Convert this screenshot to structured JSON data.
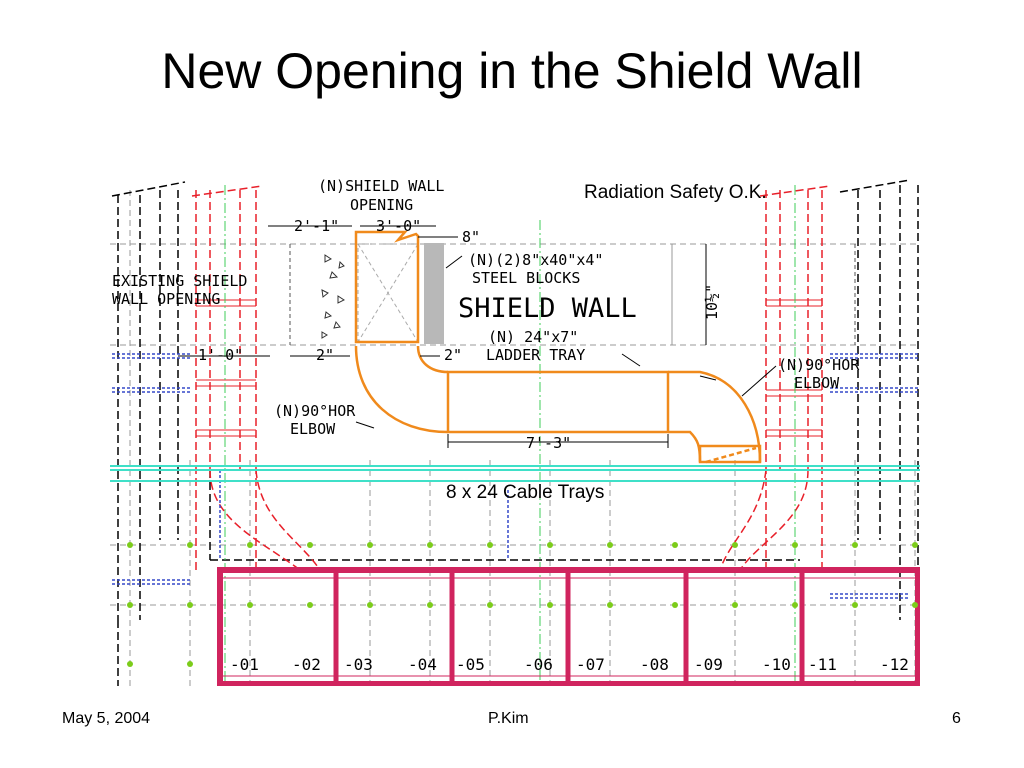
{
  "slide": {
    "title": "New Opening in the Shield Wall",
    "footer": {
      "date": "May 5, 2004",
      "author": "P.Kim",
      "page": "6"
    }
  },
  "drawing": {
    "callouts": {
      "radiation_safety": "Radiation Safety O.K.",
      "cable_trays": "8 x 24 Cable Trays"
    },
    "labels": {
      "new_opening_1": "(N)SHIELD WALL",
      "new_opening_2": "OPENING",
      "existing_opening_1": "EXISTING SHIELD",
      "existing_opening_2": "WALL OPENING",
      "steel_blocks_1": "(N)(2)8\"x40\"x4\"",
      "steel_blocks_2": "STEEL BLOCKS",
      "shield_wall": "SHIELD WALL",
      "ladder_tray_1": "(N) 24\"x7\"",
      "ladder_tray_2": "LADDER TRAY",
      "elbow_left_1": "(N)90°HOR",
      "elbow_left_2": "ELBOW",
      "elbow_right_1": "(N)90°HOR",
      "elbow_right_2": "ELBOW"
    },
    "dimensions": {
      "d_2_1": "2'-1\"",
      "d_3_0": "3'-0\"",
      "d_8in": "8\"",
      "d_10_5": "10½\"",
      "d_1_0": "1'-0\"",
      "d_2in_left": "2\"",
      "d_2in_right": "2\"",
      "d_7_3": "7'-3\""
    },
    "rack_labels": [
      "-01",
      "-02",
      "-03",
      "-04",
      "-05",
      "-06",
      "-07",
      "-08",
      "-09",
      "-10",
      "-11",
      "-12"
    ],
    "colors": {
      "orange_new": "#f08a1c",
      "red": "#e8202a",
      "magenta_frame": "#d0245e",
      "cyan": "#3fe0c8",
      "green": "#7ccc1a",
      "blue": "#3548c8",
      "steel_gray": "#b8b8b8"
    }
  }
}
